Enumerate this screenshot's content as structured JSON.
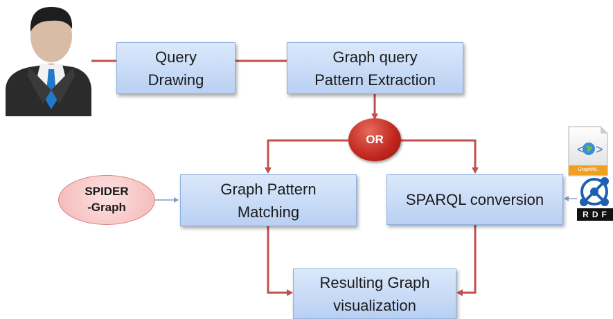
{
  "nodes": {
    "query_drawing": "Query\nDrawing",
    "pattern_extraction": "Graph query\nPattern Extraction",
    "pattern_matching": "Graph Pattern\nMatching",
    "sparql_conversion": "SPARQL conversion",
    "result_visualization": "Resulting Graph\nvisualization",
    "spider_graph": "SPIDER\n-Graph",
    "or_badge": "OR"
  },
  "icons": {
    "user": "user-avatar-icon",
    "graphml": "graphml-file-icon",
    "rdf": "rdf-logo-icon",
    "graphml_caption": "GraphML",
    "rdf_label": "RDF"
  },
  "colors": {
    "box_fill": "#c6dbf6",
    "box_border": "#8fb0dc",
    "connector": "#c0504d",
    "or_badge": "#c0261d",
    "spider_fill": "#f7c6c6",
    "thin_connector": "#7f9dc7"
  }
}
